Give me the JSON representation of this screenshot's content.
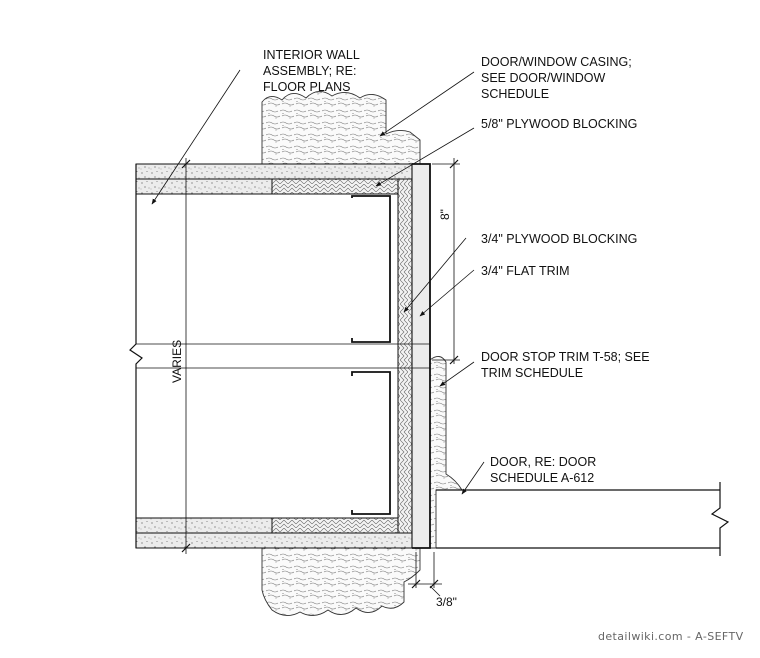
{
  "labels": {
    "interior_wall": [
      "INTERIOR WALL",
      "ASSEMBLY; RE:",
      "FLOOR PLANS"
    ],
    "casing": [
      "DOOR/WINDOW CASING;",
      "SEE DOOR/WINDOW",
      "SCHEDULE"
    ],
    "plywood_58": [
      "5/8\" PLYWOOD BLOCKING"
    ],
    "plywood_34": [
      "3/4\" PLYWOOD BLOCKING"
    ],
    "flat_trim": [
      "3/4\" FLAT TRIM"
    ],
    "door_stop": [
      "DOOR STOP TRIM T-58; SEE",
      "TRIM SCHEDULE"
    ],
    "door": [
      "DOOR, RE: DOOR",
      "SCHEDULE A-612"
    ]
  },
  "dimensions": {
    "varies": "VARIES",
    "eight_inch": "8\"",
    "three_eighths": "3/8\""
  },
  "credit": "detailwiki.com - A-SEFTV"
}
